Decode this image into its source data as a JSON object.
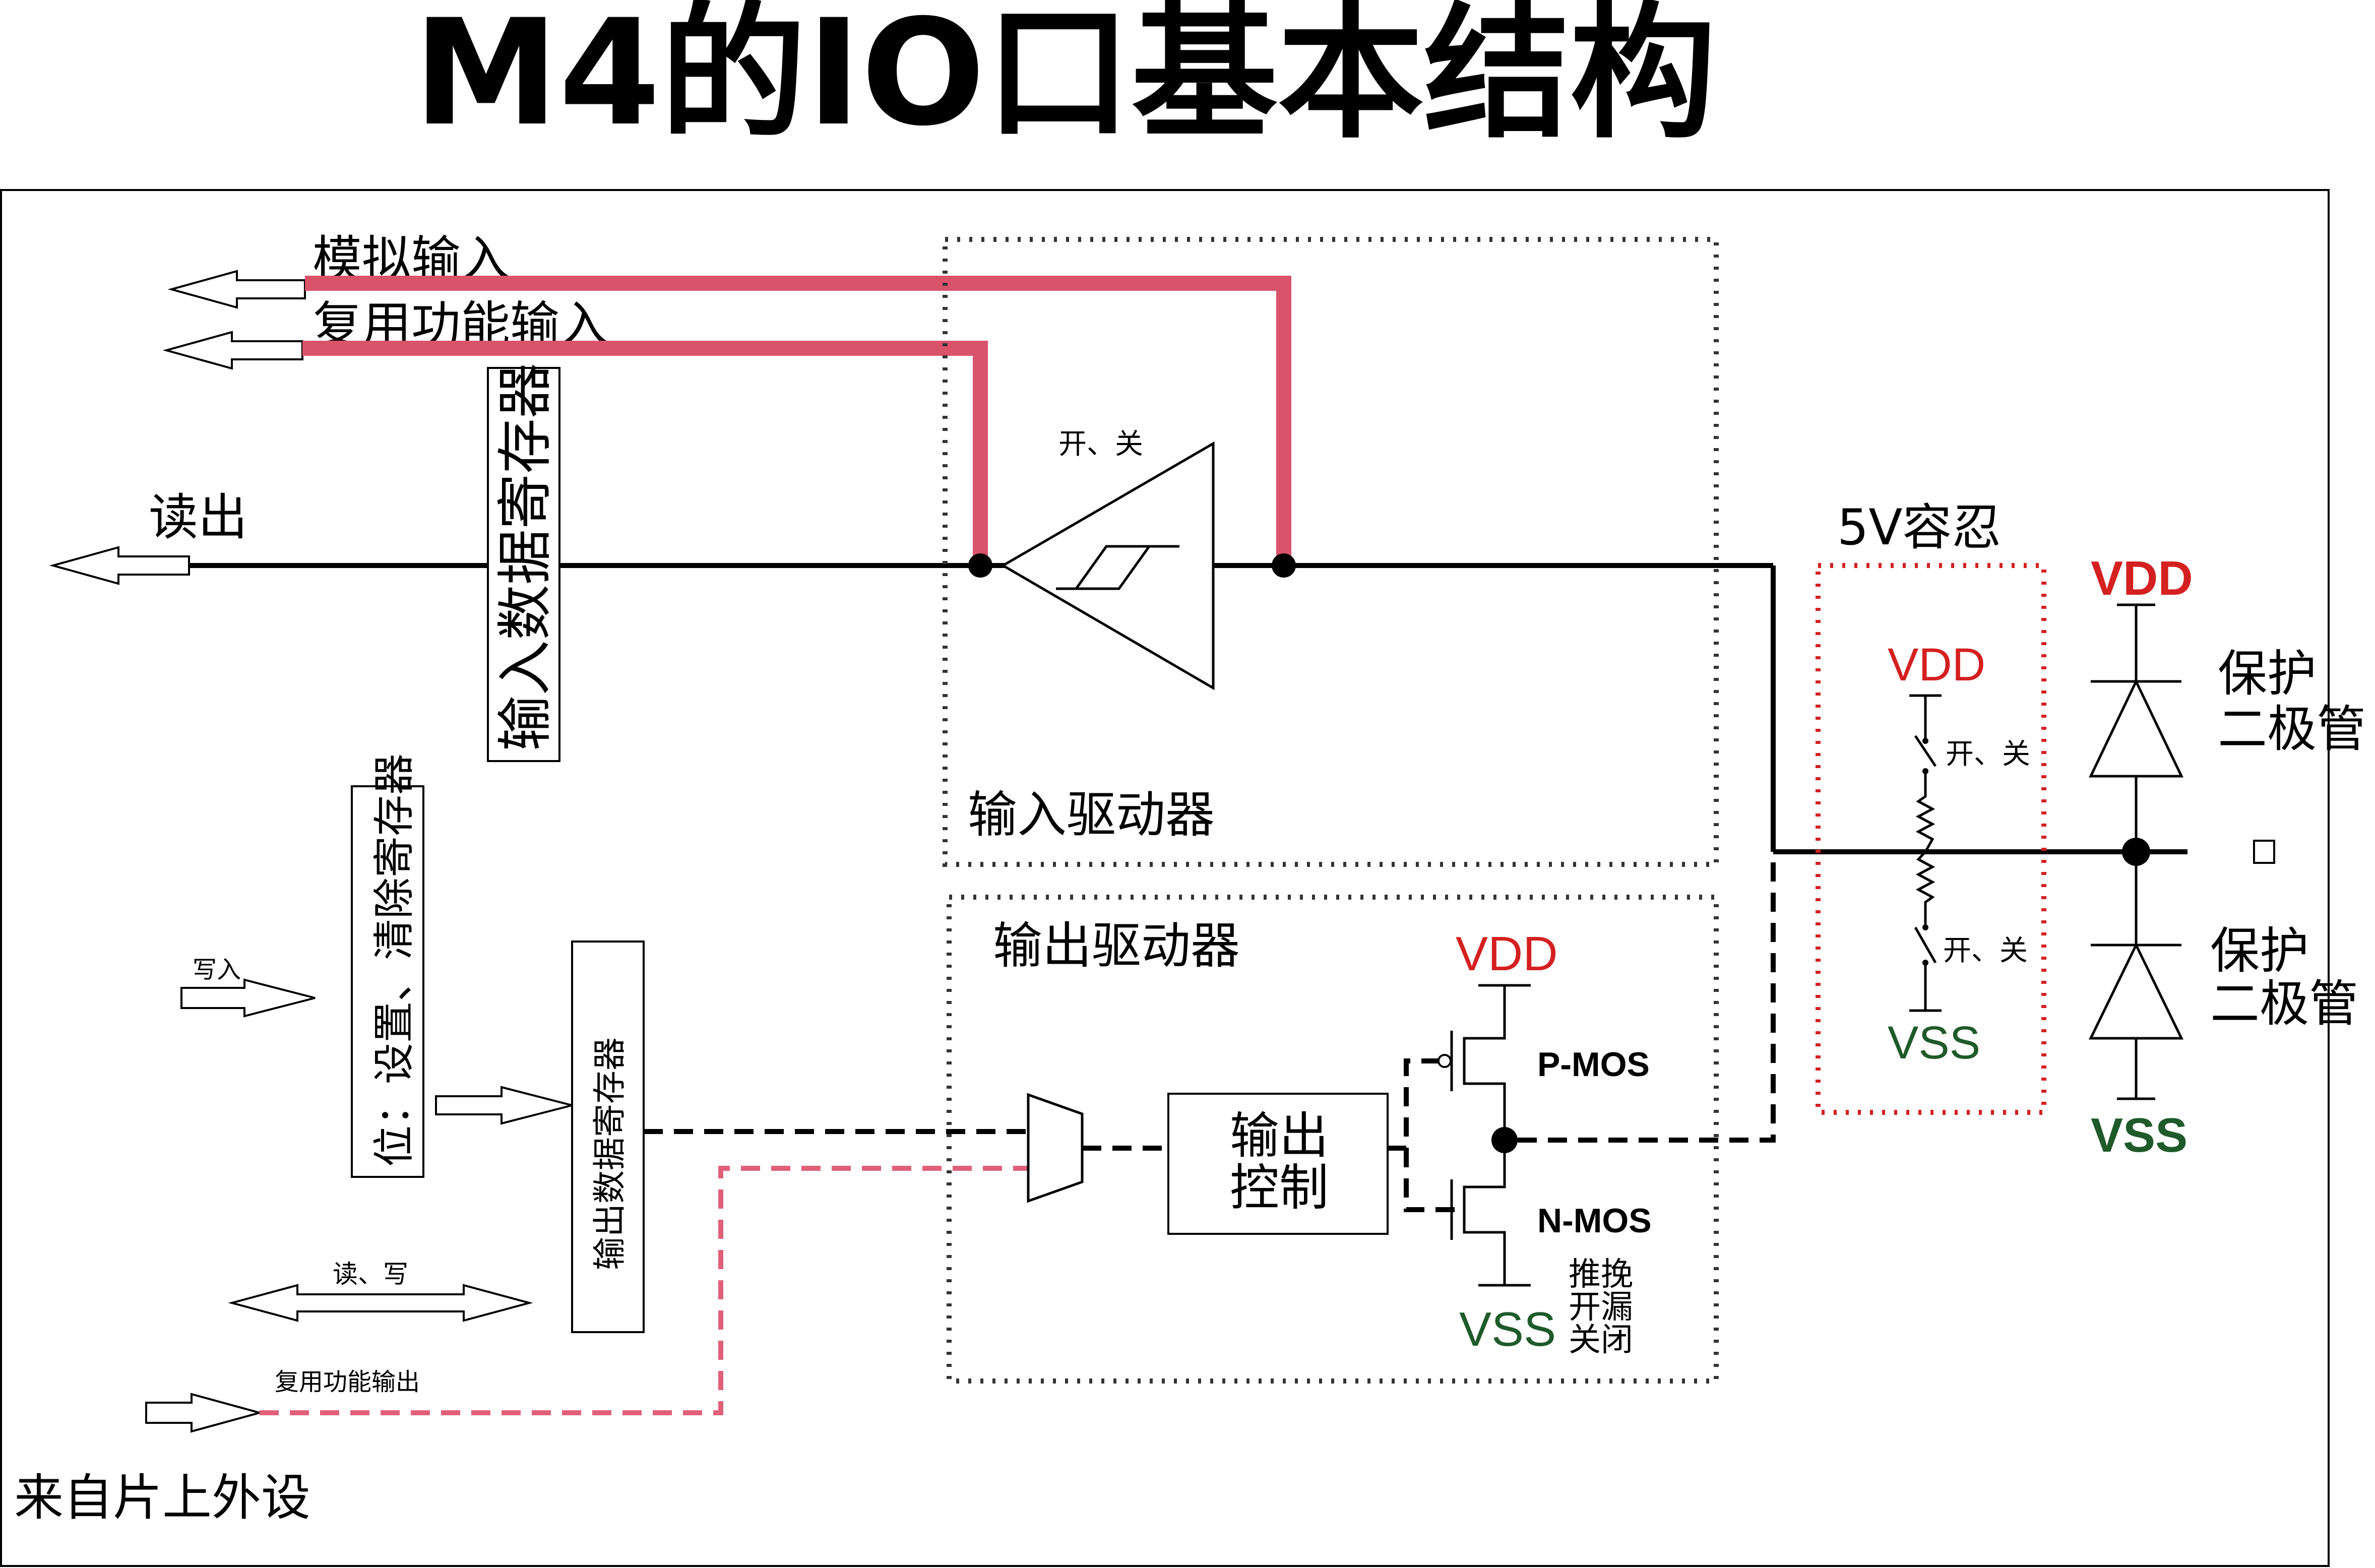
{
  "title": "M4的IO口基本结构",
  "labels": {
    "analog_input": "模拟输入",
    "alt_func_input": "复用功能输入",
    "read_out": "读出",
    "input_data_register": "输入数据寄存器",
    "switch_onoff": "开、关",
    "input_driver": "输入驱动器",
    "five_v_tolerant": "5V容忍",
    "set_clear_register": "位：设置、清除寄存器",
    "write_in": "写入",
    "output_data_register": "输出数据寄存器",
    "read_write": "读、写",
    "alt_func_output": "复用功能输出",
    "from_peripheral": "来自片上外设",
    "output_driver": "输出驱动器",
    "output_control": "输出控制",
    "p_mos": "P-MOS",
    "n_mos": "N-MOS",
    "push_pull": "推挽",
    "open_drain": "开漏",
    "off": "关闭",
    "vdd": "VDD",
    "vss": "VSS",
    "protect_diode_top_1": "保护",
    "protect_diode_top_2": "二极管",
    "protect_diode_bottom_1": "保护",
    "protect_diode_bottom_2": "二极管"
  },
  "colors": {
    "line": "#000000",
    "highlight": "#d9536b",
    "dashed_pink": "#e0607a",
    "vdd_red": "#d42020",
    "vss_green": "#1f5a2a",
    "box_dotted_red": "#d42020",
    "pink_text": "#e88a98"
  }
}
